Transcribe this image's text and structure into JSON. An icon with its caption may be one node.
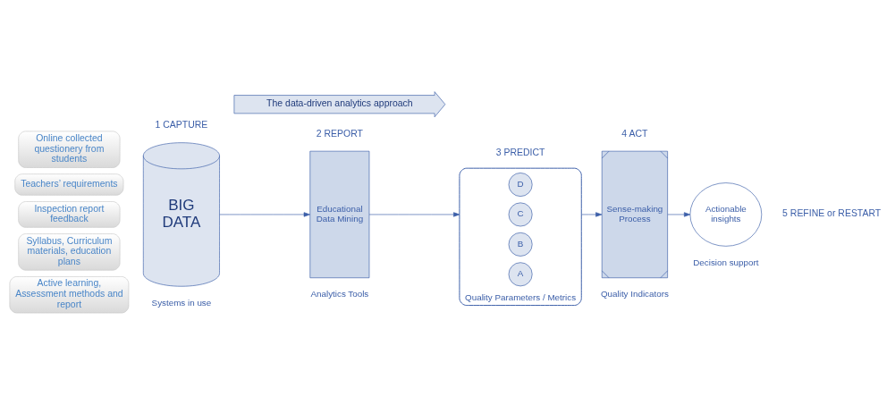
{
  "diagram": {
    "nodes": [
      {
        "text": [
          "Online collected questionery from students"
        ]
      },
      {
        "text": [
          "Teachers’ requirements"
        ]
      },
      {
        "text": [
          "Inspection report feedback"
        ]
      },
      {
        "text": [
          "Syllabus, Curriculum materials, education plans"
        ]
      },
      {
        "text": [
          "Active learning, Assessment methods and report"
        ]
      },
      {
        "text": [
          "The data-driven analytics approach"
        ]
      },
      {
        "text": [
          "BIG",
          "DATA"
        ],
        "beside": [
          "Systems in use"
        ]
      },
      {
        "text": [
          "Educational Data Mining"
        ],
        "beside": [
          "Analytics Tools"
        ]
      },
      {
        "text": [],
        "shape": "bracket",
        "beside": [
          "Quality Parameters / Metrics"
        ]
      },
      {
        "text": [
          "A"
        ],
        "in": 8
      },
      {
        "text": [
          "B"
        ],
        "in": 8
      },
      {
        "text": [
          "C"
        ],
        "in": 8
      },
      {
        "text": [
          "D"
        ],
        "in": 8
      },
      {
        "text": [
          "Sense-making Process"
        ],
        "beside": [
          "Quality Indicators"
        ]
      },
      {
        "text": [
          "Actionable insights"
        ],
        "beside": [
          "Decision support"
        ]
      }
    ],
    "edges": [
      {
        "from": 6,
        "to": 7,
        "arrow": "to"
      },
      {
        "from": 7,
        "to": 8,
        "arrow": "to"
      },
      {
        "from": 8,
        "to": 13,
        "arrow": "to"
      },
      {
        "from": 13,
        "to": 14,
        "arrow": "to"
      }
    ],
    "labels": [
      "1 CAPTURE",
      "2 REPORT",
      "3 PREDICT",
      "4 ACT",
      "5 REFINE or RESTART"
    ]
  }
}
